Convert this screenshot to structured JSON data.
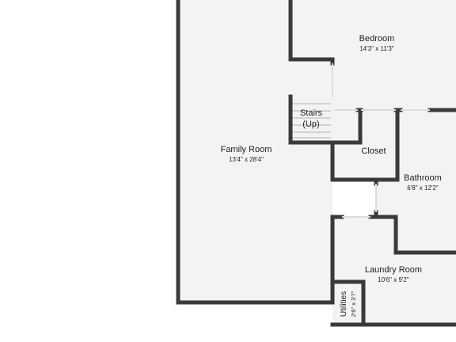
{
  "floorplan": {
    "colors": {
      "floor": "#f3f3f3",
      "wall": "#3a3a3a",
      "opening": "#ffffff",
      "background": "#ffffff"
    },
    "rooms": {
      "bedroom": {
        "name": "Bedroom",
        "dims": "14'3\" x 11'3\""
      },
      "stairs": {
        "name_line1": "Stairs",
        "name_line2": "(Up)"
      },
      "family_room": {
        "name": "Family Room",
        "dims": "13'4\" x 28'4\""
      },
      "closet": {
        "name": "Closet"
      },
      "bathroom": {
        "name": "Bathroom",
        "dims": "6'8\" x 12'2\""
      },
      "laundry_room": {
        "name": "Laundry Room",
        "dims": "10'6\" x 9'2\""
      },
      "utilities": {
        "name": "Utilities",
        "dims": "2'6\" x 3'7\""
      }
    }
  }
}
